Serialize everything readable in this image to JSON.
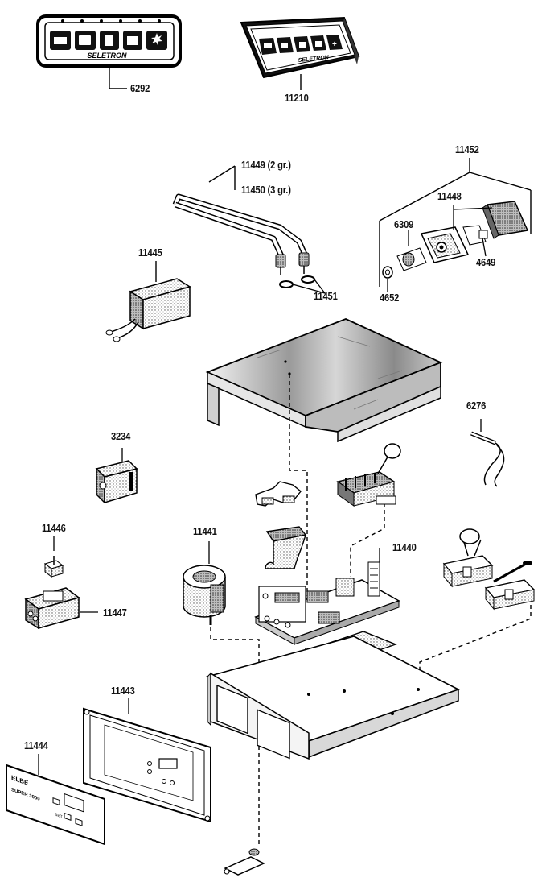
{
  "panel_brand": "SELETRON",
  "panel_text_11444": [
    "SUPER 3000",
    "SET"
  ],
  "parts": [
    {
      "id": "part-6292",
      "number": "6292"
    },
    {
      "id": "part-11210",
      "number": "11210"
    },
    {
      "id": "part-11449",
      "number": "11449 (2 gr.)"
    },
    {
      "id": "part-11450",
      "number": "11450 (3 gr.)"
    },
    {
      "id": "part-11452",
      "number": "11452"
    },
    {
      "id": "part-11448",
      "number": "11448"
    },
    {
      "id": "part-6309",
      "number": "6309"
    },
    {
      "id": "part-4649",
      "number": "4649"
    },
    {
      "id": "part-4652",
      "number": "4652"
    },
    {
      "id": "part-11445",
      "number": "11445"
    },
    {
      "id": "part-11451",
      "number": "11451"
    },
    {
      "id": "part-6276",
      "number": "6276"
    },
    {
      "id": "part-3234",
      "number": "3234"
    },
    {
      "id": "part-11446",
      "number": "11446"
    },
    {
      "id": "part-11441",
      "number": "11441"
    },
    {
      "id": "part-11440",
      "number": "11440"
    },
    {
      "id": "part-11447",
      "number": "11447"
    },
    {
      "id": "part-11443",
      "number": "11443"
    },
    {
      "id": "part-11444",
      "number": "11444"
    }
  ]
}
